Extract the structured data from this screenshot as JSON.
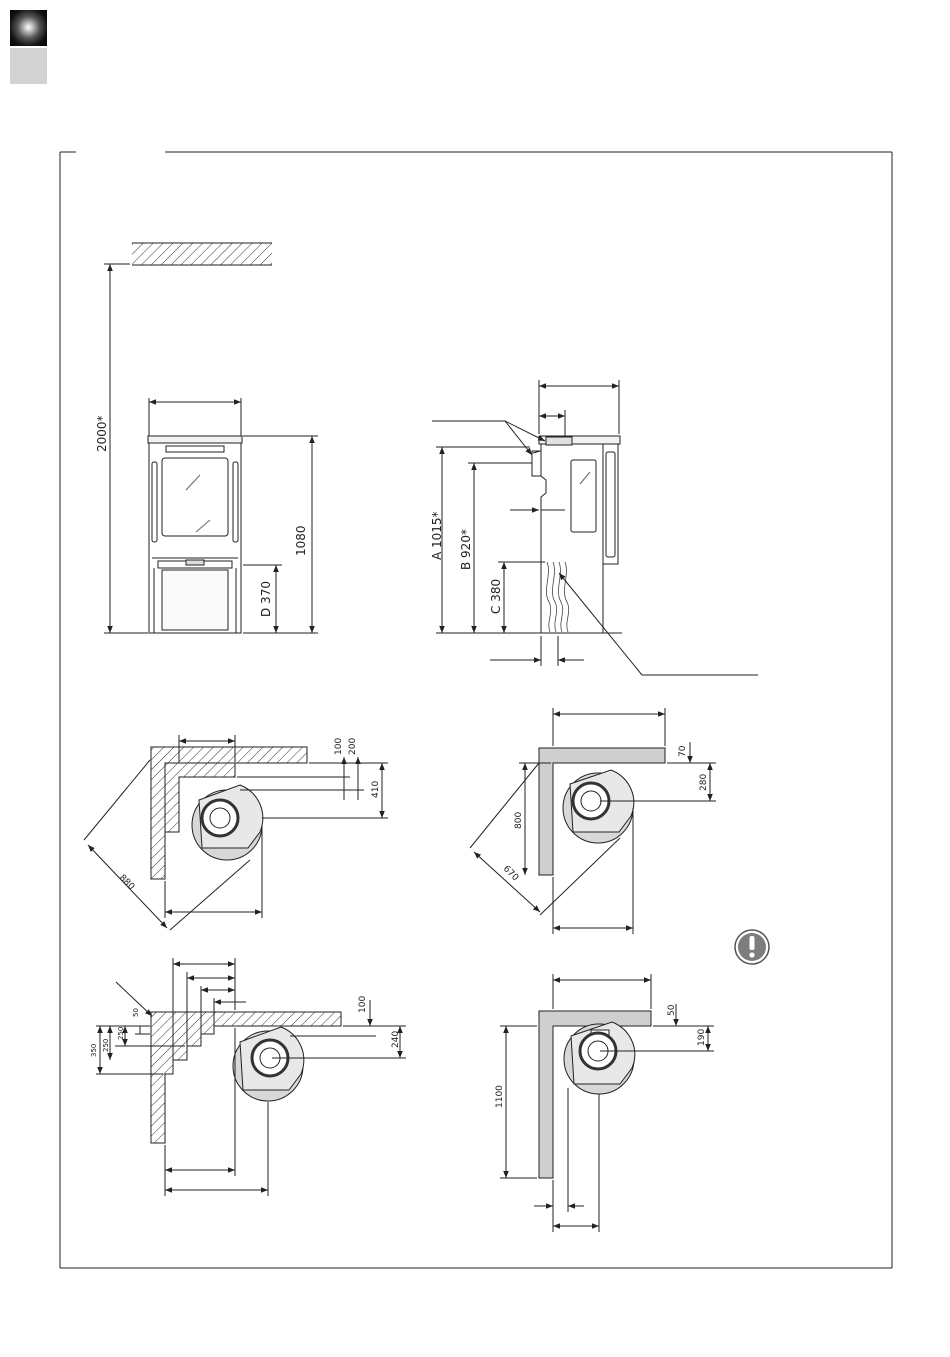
{
  "front_view": {
    "ceiling_height": "2000*",
    "stove_height": "1080",
    "dim_d": "D 370"
  },
  "side_view": {
    "dim_a": "A 1015*",
    "dim_b": "B 920*",
    "dim_c": "C 380"
  },
  "plan_combustible_corner": {
    "dim_100": "100",
    "dim_200": "200",
    "dim_410": "410",
    "dim_880": "880"
  },
  "plan_noncombustible_corner": {
    "dim_70": "70",
    "dim_280": "280",
    "dim_800": "800",
    "dim_670": "670"
  },
  "plan_combustible_wall": {
    "dim_100": "100",
    "dim_240": "240",
    "dim_50": "50",
    "dim_250a": "250",
    "dim_250b": "250",
    "dim_350": "350"
  },
  "plan_noncombustible_wall": {
    "dim_50": "50",
    "dim_190": "190",
    "dim_1100": "1100"
  },
  "colors": {
    "line": "#222222",
    "wall_fill": "#cfcfcf",
    "stove_fill": "#d8d8d8",
    "warning_fill": "#7d7d7d"
  },
  "icons": [
    "warning-icon"
  ]
}
